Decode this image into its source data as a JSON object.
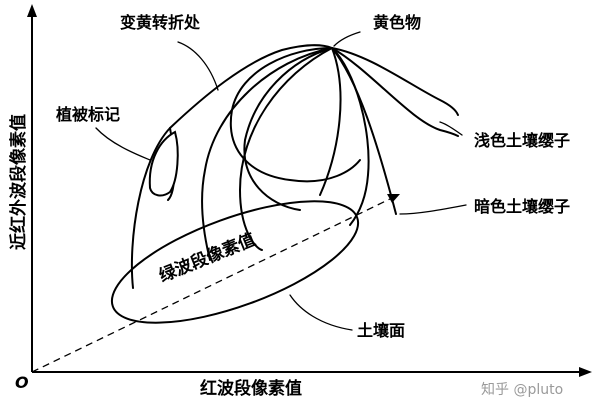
{
  "axes": {
    "origin": "O",
    "x_label": "红波段像素值",
    "y_label": "近红外波段像素值",
    "diagonal_label": "绿波段像素值"
  },
  "labels": {
    "yellowing_turn": "变黄转折处",
    "yellow_matter": "黄色物",
    "vegetation_mark": "植被标记",
    "light_soil_cap": "浅色土壤缨子",
    "dark_soil_cap": "暗色土壤缨子",
    "soil_surface": "土壤面"
  },
  "watermark": "知乎 @pluto"
}
